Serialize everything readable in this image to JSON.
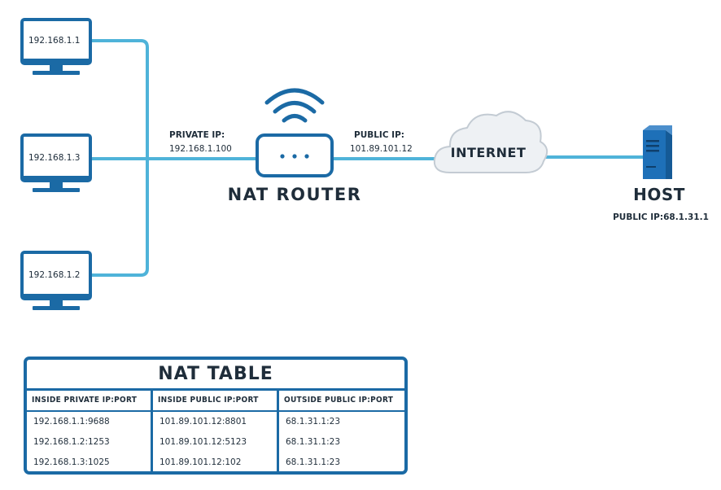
{
  "colors": {
    "line": "#4fb3d9",
    "frame": "#1b6aa5",
    "screen": "#ffffff",
    "cloud_fill": "#eef1f4",
    "server": "#1e70b8"
  },
  "computers": [
    {
      "ip": "192.168.1.1",
      "icon": "monitor-icon"
    },
    {
      "ip": "192.168.1.3",
      "icon": "monitor-icon"
    },
    {
      "ip": "192.168.1.2",
      "icon": "monitor-icon"
    }
  ],
  "router": {
    "label": "NAT ROUTER",
    "icon": "router-icon",
    "wifi_icon": "wifi-icon",
    "private_ip_label": "PRIVATE IP:",
    "private_ip": "192.168.1.100",
    "public_ip_label": "PUBLIC IP:",
    "public_ip": "101.89.101.12"
  },
  "internet": {
    "label": "INTERNET",
    "icon": "cloud-icon"
  },
  "host": {
    "label": "HOST",
    "public_ip": "PUBLIC IP:68.1.31.1",
    "icon": "server-icon"
  },
  "nat_table": {
    "title": "NAT TABLE",
    "headers": [
      "INSIDE PRIVATE IP:PORT",
      "INSIDE PUBLIC IP:PORT",
      "OUTSIDE PUBLIC IP:PORT"
    ],
    "rows": [
      [
        "192.168.1.1:9688",
        "101.89.101.12:8801",
        "68.1.31.1:23"
      ],
      [
        "192.168.1.2:1253",
        "101.89.101.12:5123",
        "68.1.31.1:23"
      ],
      [
        "192.168.1.3:1025",
        "101.89.101.12:102",
        "68.1.31.1:23"
      ]
    ]
  }
}
